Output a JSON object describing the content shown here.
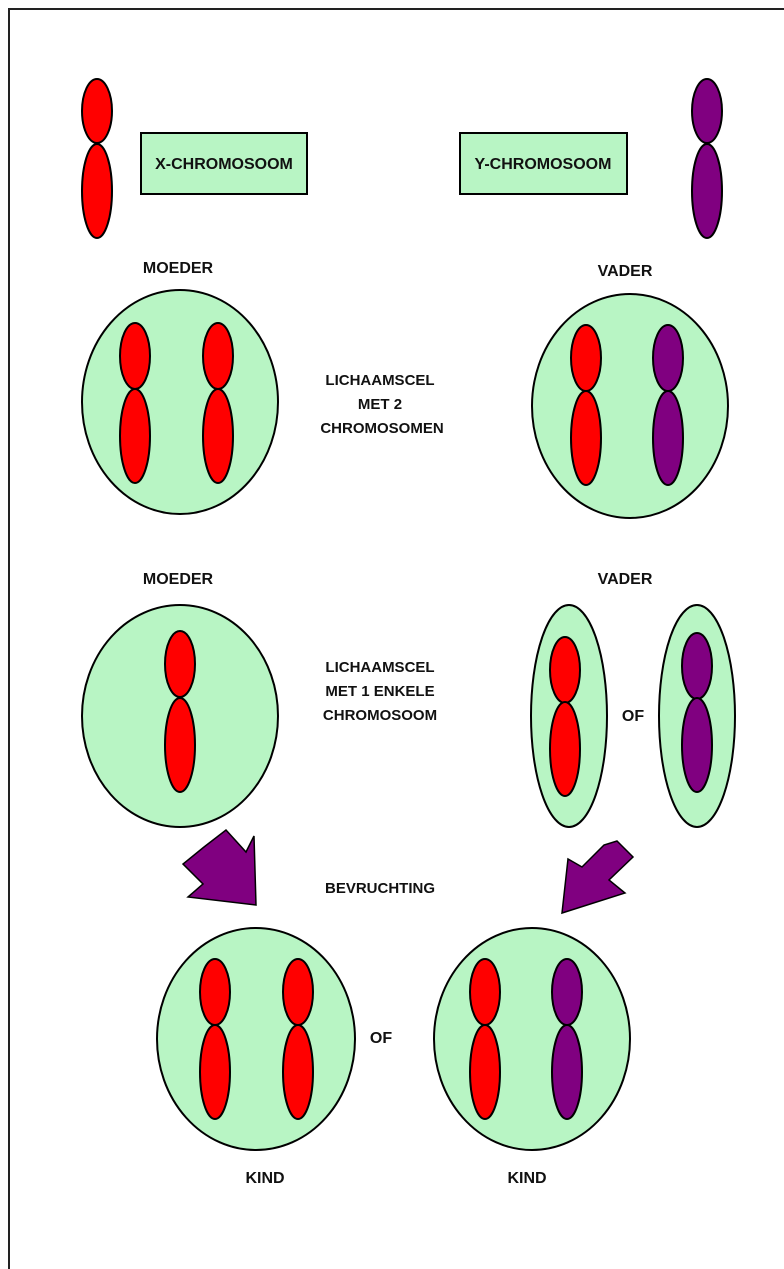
{
  "legend": {
    "x_box_label": "X-CHROMOSOOM",
    "y_box_label": "Y-CHROMOSOOM"
  },
  "row1": {
    "mother_label": "MOEDER",
    "father_label": "VADER",
    "center_caption": [
      "LICHAAMSCEL",
      "MET 2",
      "CHROMOSOMEN"
    ]
  },
  "row2": {
    "mother_label": "MOEDER",
    "father_label": "VADER",
    "center_caption": [
      "LICHAAMSCEL",
      "MET 1 ENKELE",
      "CHROMOSOOM"
    ],
    "or_label": "OF"
  },
  "fertilization_label": "BEVRUCHTING",
  "children": {
    "or_label": "OF",
    "left_label": "KIND",
    "right_label": "KIND"
  },
  "colors": {
    "x_chromosome": "#ff0000",
    "y_chromosome": "#800080",
    "cell_fill": "#b8f5c4",
    "box_fill": "#b8f5c4",
    "arrow": "#800080",
    "outline": "#000000"
  }
}
